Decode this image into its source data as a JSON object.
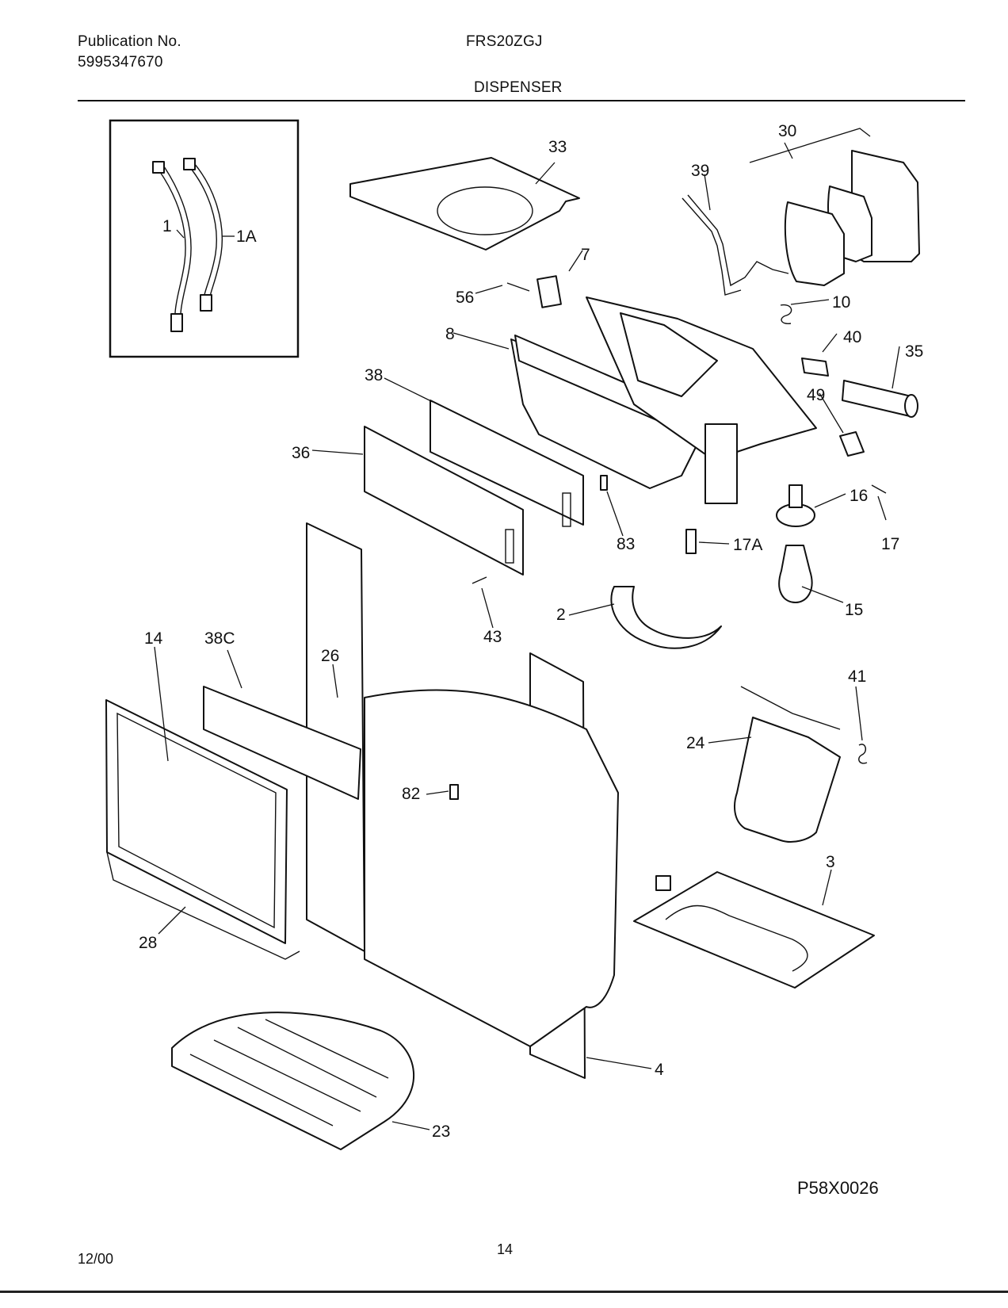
{
  "header": {
    "publication_label": "Publication No.",
    "publication_number": "5995347670",
    "model": "FRS20ZGJ",
    "section_title": "DISPENSER"
  },
  "diagram_code": "P58X0026",
  "footer": {
    "date": "12/00",
    "page_number": "14"
  },
  "callouts": [
    "1",
    "1A",
    "33",
    "30",
    "39",
    "7",
    "56",
    "10",
    "8",
    "40",
    "35",
    "38",
    "49",
    "36",
    "16",
    "83",
    "17A",
    "17",
    "15",
    "2",
    "43",
    "14",
    "38C",
    "26",
    "41",
    "24",
    "82",
    "3",
    "28",
    "4",
    "23"
  ]
}
